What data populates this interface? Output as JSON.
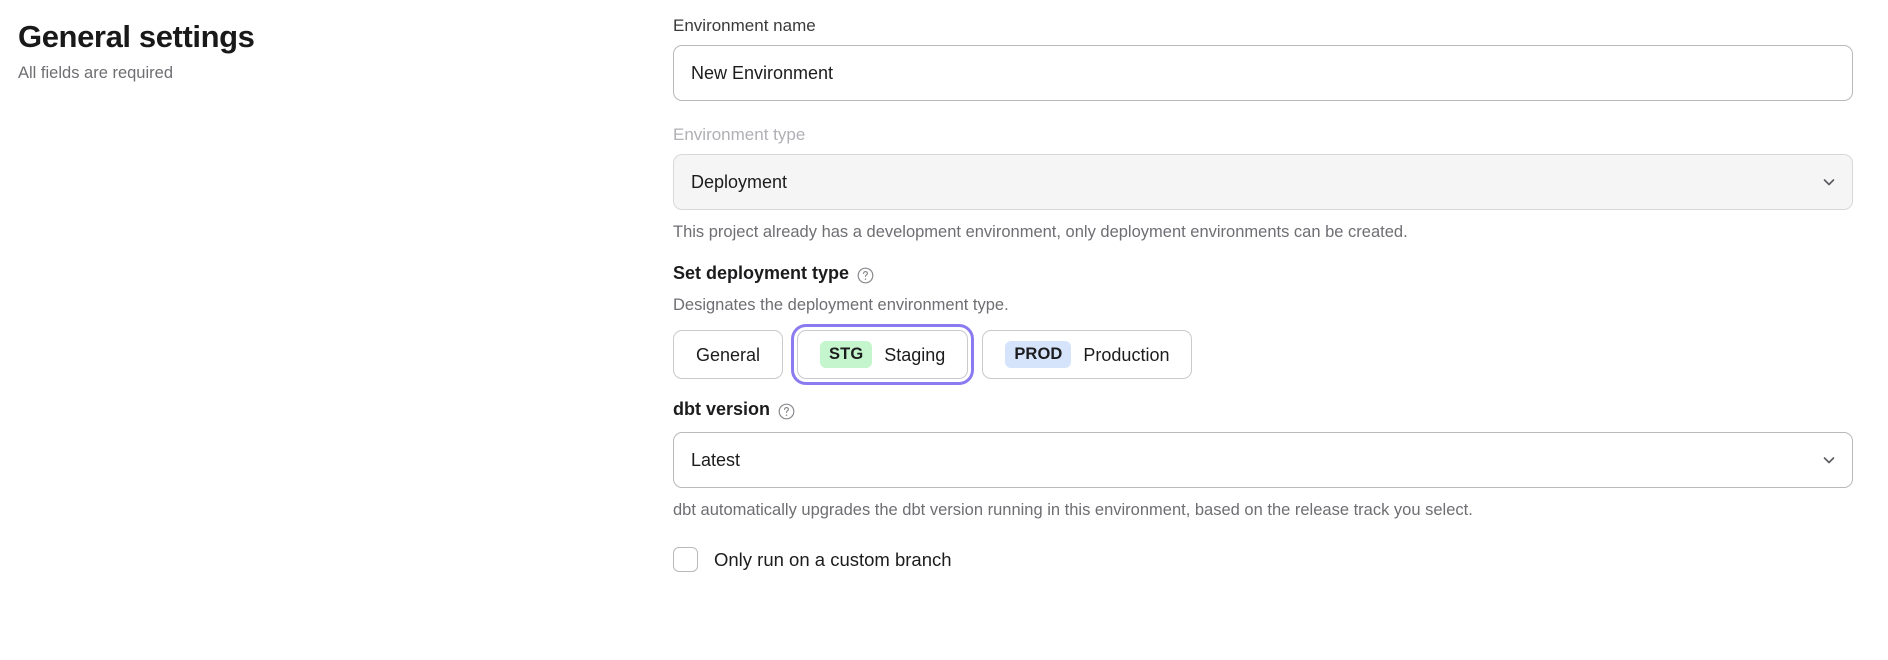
{
  "header": {
    "title": "General settings",
    "subtitle": "All fields are required"
  },
  "form": {
    "environment_name": {
      "label": "Environment name",
      "value": "New Environment",
      "placeholder": "Environment name"
    },
    "environment_type": {
      "label": "Environment type",
      "value": "Deployment",
      "helper": "This project already has a development environment, only deployment environments can be created.",
      "chevron_icon": "chevron-down-icon",
      "disabled": true
    },
    "deployment_type": {
      "heading": "Set deployment type",
      "help_icon": "question-circle-icon",
      "description": "Designates the deployment environment type.",
      "options": [
        {
          "tag": "",
          "label": "General",
          "selected": false,
          "tag_bg": "",
          "tag_color": ""
        },
        {
          "tag": "STG",
          "label": "Staging",
          "selected": true,
          "tag_bg": "#c5f5cd",
          "tag_color": "#1c1c1e"
        },
        {
          "tag": "PROD",
          "label": "Production",
          "selected": false,
          "tag_bg": "#d6e4fb",
          "tag_color": "#1c1c1e"
        }
      ],
      "focus_ring_color": "#8b7bf0"
    },
    "dbt_version": {
      "heading": "dbt version",
      "help_icon": "question-circle-icon",
      "value": "Latest",
      "chevron_icon": "chevron-down-icon",
      "helper": "dbt automatically upgrades the dbt version running in this environment, based on the release track you select."
    },
    "custom_branch": {
      "label": "Only run on a custom branch",
      "checked": false
    }
  }
}
